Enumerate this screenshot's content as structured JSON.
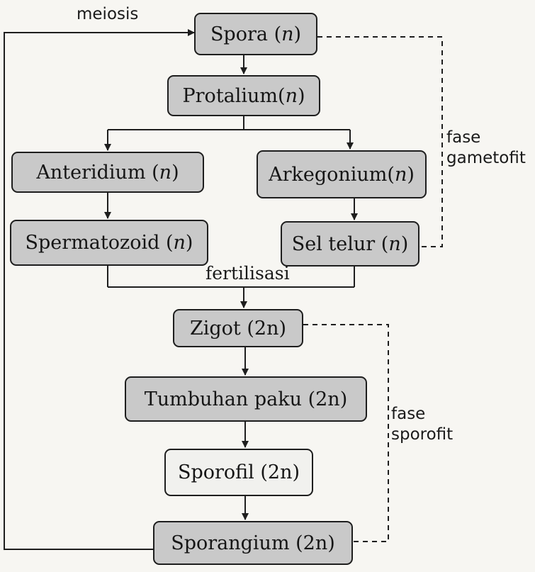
{
  "nodes": {
    "spora": {
      "name": "Spora",
      "ploidy": "n"
    },
    "protalium": {
      "name": "Protalium",
      "ploidy": "n"
    },
    "anteridium": {
      "name": "Anteridium",
      "ploidy": "n"
    },
    "arkegonium": {
      "name": "Arkegonium",
      "ploidy": "n"
    },
    "spermatozoid": {
      "name": "Spermatozoid",
      "ploidy": "n"
    },
    "sel_telur": {
      "name": "Sel telur",
      "ploidy": "n"
    },
    "zigot": {
      "name": "Zigot",
      "ploidy": "2n"
    },
    "tumbuhan_paku": {
      "name": "Tumbuhan paku",
      "ploidy": "2n"
    },
    "sporofil": {
      "name": "Sporofil",
      "ploidy": "2n"
    },
    "sporangium": {
      "name": "Sporangium",
      "ploidy": "2n"
    }
  },
  "labels": {
    "meiosis": "meiosis",
    "fertilisasi": "fertilisasi",
    "gametofit": {
      "line1": "fase",
      "line2": "gametofit"
    },
    "sporofit": {
      "line1": "fase",
      "line2": "sporofit"
    }
  },
  "colors": {
    "box_fill": "#c9c9c9",
    "box_fill_light": "#f1f1ee",
    "stroke": "#1e1e1e"
  }
}
